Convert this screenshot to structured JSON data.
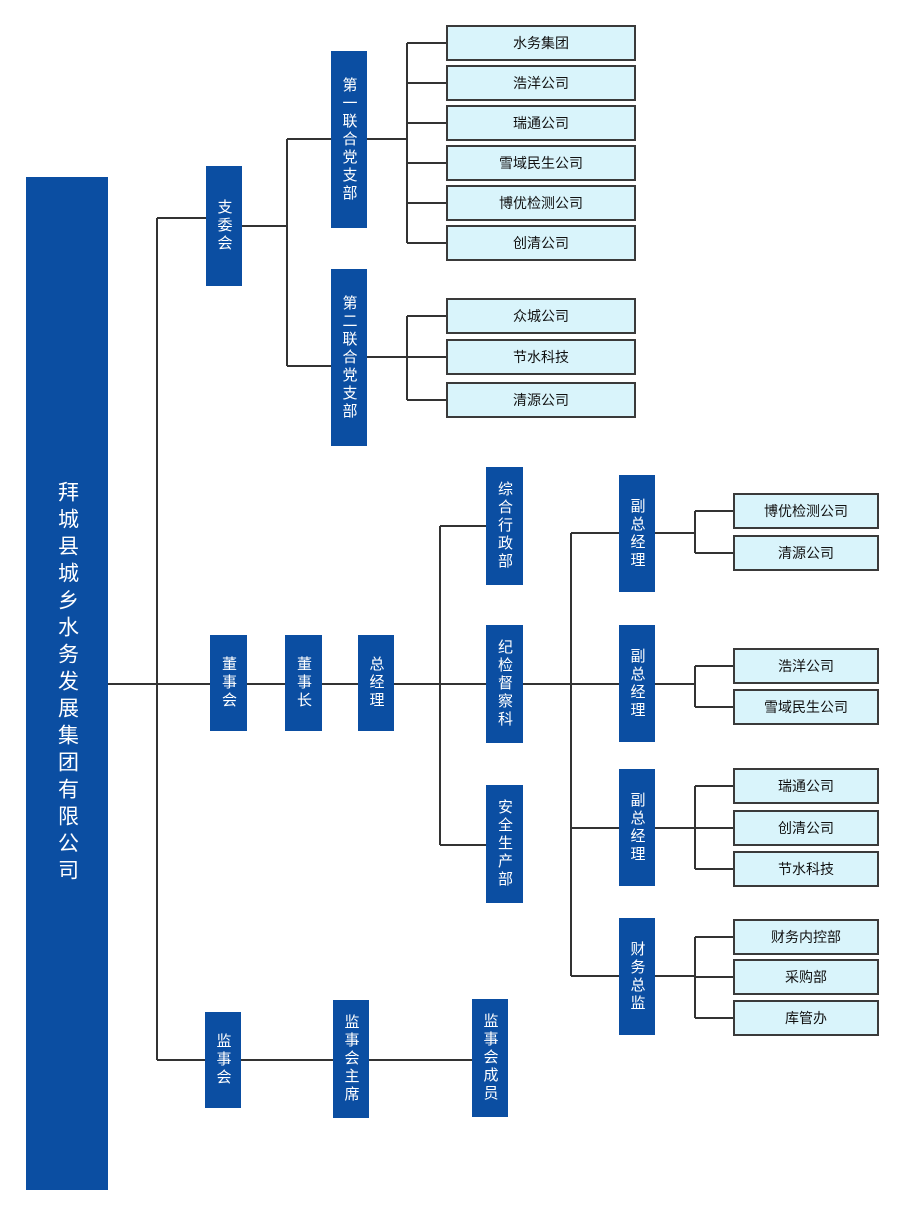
{
  "root": {
    "label": "拜城县城乡水务发展集团有限公司"
  },
  "party": {
    "committee": "支委会",
    "branch1": {
      "label": "第一联合党支部",
      "companies": [
        "水务集团",
        "浩洋公司",
        "瑞通公司",
        "雪域民生公司",
        "博优检测公司",
        "创清公司"
      ]
    },
    "branch2": {
      "label": "第二联合党支部",
      "companies": [
        "众城公司",
        "节水科技",
        "清源公司"
      ]
    }
  },
  "management": {
    "board": "董事会",
    "chairman": "董事长",
    "gm": "总经理",
    "departments": [
      "综合行政部",
      "纪检督察科",
      "安全生产部"
    ],
    "executives": [
      {
        "label": "副总经理",
        "units": [
          "博优检测公司",
          "清源公司"
        ]
      },
      {
        "label": "副总经理",
        "units": [
          "浩洋公司",
          "雪域民生公司"
        ]
      },
      {
        "label": "副总经理",
        "units": [
          "瑞通公司",
          "创清公司",
          "节水科技"
        ]
      },
      {
        "label": "财务总监",
        "units": [
          "财务内控部",
          "采购部",
          "库管办"
        ]
      }
    ]
  },
  "supervision": {
    "board": "监事会",
    "chair": "监事会主席",
    "members": "监事会成员"
  },
  "colors": {
    "box_fill": "#0b4ea2",
    "leaf_fill": "#d9f4fb",
    "line": "#333333"
  }
}
